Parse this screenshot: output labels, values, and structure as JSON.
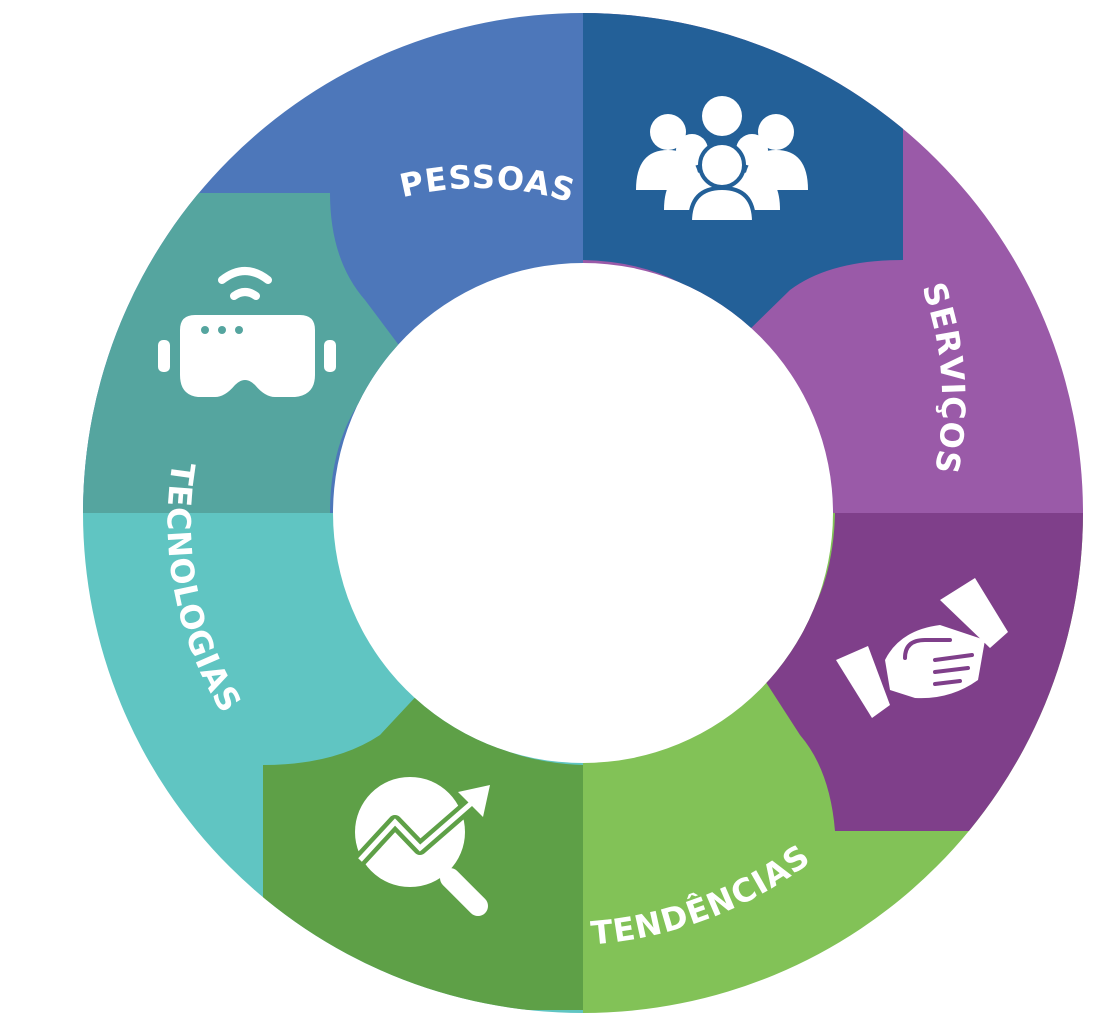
{
  "diagram": {
    "segments": [
      {
        "id": "pessoas",
        "label": "PESSOAS",
        "icon": "people-group-icon",
        "band_color": "#4d77ba",
        "icon_color": "#236098"
      },
      {
        "id": "servicos",
        "label": "SERVIÇOS",
        "icon": "handshake-icon",
        "band_color": "#9a5aa8",
        "icon_color": "#7f3f8a"
      },
      {
        "id": "tendencias",
        "label": "TENDÊNCIAS",
        "icon": "trend-magnifier-icon",
        "band_color": "#82c257",
        "icon_color": "#5ea047"
      },
      {
        "id": "tecnologias",
        "label": "TECNOLOGIAS",
        "icon": "vr-headset-icon",
        "band_color": "#60c5c2",
        "icon_color": "#55a59f"
      }
    ]
  }
}
